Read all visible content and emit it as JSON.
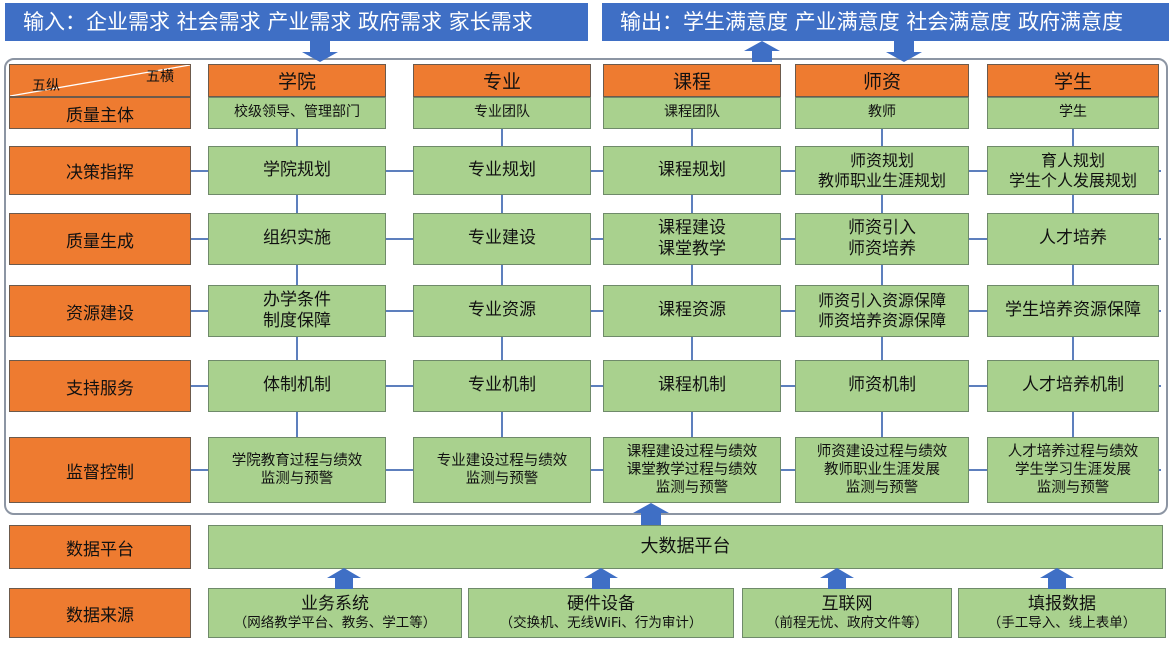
{
  "input": "输入：企业需求 社会需求 产业需求 政府需求 家长需求",
  "output": "输出：学生满意度 产业满意度 社会满意度 政府满意度",
  "corner": {
    "top_right": "五横",
    "bottom_left": "五纵"
  },
  "row_labels": [
    "质量主体",
    "决策指挥",
    "质量生成",
    "资源建设",
    "支持服务",
    "监督控制"
  ],
  "columns": [
    "学院",
    "专业",
    "课程",
    "师资",
    "学生"
  ],
  "subjects": [
    "校级领导、管理部门",
    "专业团队",
    "课程团队",
    "教师",
    "学生"
  ],
  "cells": [
    [
      [
        "学院规划"
      ],
      [
        "专业规划"
      ],
      [
        "课程规划"
      ],
      [
        "师资规划",
        "教师职业生涯规划"
      ],
      [
        "育人规划",
        "学生个人发展规划"
      ]
    ],
    [
      [
        "组织实施"
      ],
      [
        "专业建设"
      ],
      [
        "课程建设",
        "课堂教学"
      ],
      [
        "师资引入",
        "师资培养"
      ],
      [
        "人才培养"
      ]
    ],
    [
      [
        "办学条件",
        "制度保障"
      ],
      [
        "专业资源"
      ],
      [
        "课程资源"
      ],
      [
        "师资引入资源保障",
        "师资培养资源保障"
      ],
      [
        "学生培养资源保障"
      ]
    ],
    [
      [
        "体制机制"
      ],
      [
        "专业机制"
      ],
      [
        "课程机制"
      ],
      [
        "师资机制"
      ],
      [
        "人才培养机制"
      ]
    ],
    [
      [
        "学院教育过程与绩效",
        "监测与预警"
      ],
      [
        "专业建设过程与绩效",
        "监测与预警"
      ],
      [
        "课程建设过程与绩效",
        "课堂教学过程与绩效",
        "监测与预警"
      ],
      [
        "师资建设过程与绩效",
        "教师职业生涯发展",
        "监测与预警"
      ],
      [
        "人才培养过程与绩效",
        "学生学习生涯发展",
        "监测与预警"
      ]
    ]
  ],
  "platform": {
    "label": "数据平台",
    "value": "大数据平台"
  },
  "sources": {
    "label": "数据来源",
    "items": [
      {
        "title": "业务系统",
        "detail": "（网络教学平台、教务、学工等）"
      },
      {
        "title": "硬件设备",
        "detail": "（交换机、无线WiFi、行为审计）"
      },
      {
        "title": "互联网",
        "detail": "（前程无忧、政府文件等）"
      },
      {
        "title": "填报数据",
        "detail": "（手工导入、线上表单）"
      }
    ]
  },
  "colors": {
    "banner": "#3f6fc5",
    "orange": "#ee7b30",
    "green": "#a9d18e",
    "connector": "#5d7fbd",
    "arrow": "#3f6fc5"
  }
}
